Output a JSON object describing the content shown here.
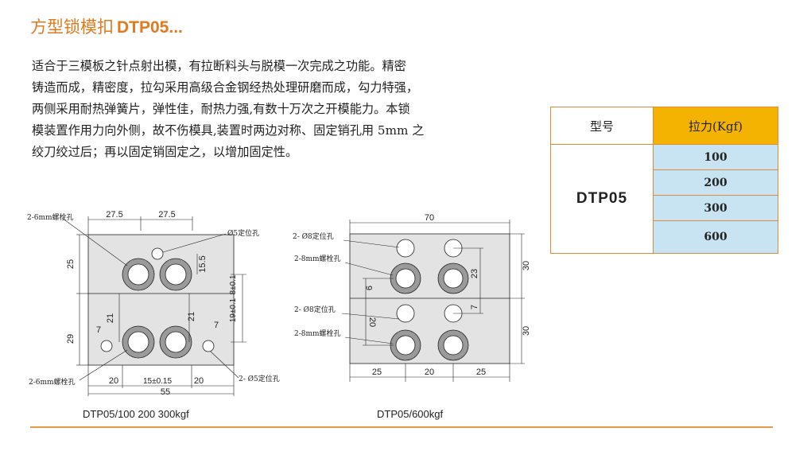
{
  "title": {
    "prefix": "方型锁模扣",
    "model": "DTP05..."
  },
  "description": [
    "适合于三模板之针点射出模，有拉断料头与脱模一次完成之功能。精密",
    "铸造而成，精密度，拉勾采用高级合金钢经热处理研磨而成，勾力特强，",
    "两侧采用耐热弹簧片，弹性佳，耐热力强,有数十万次之开模能力。本锁",
    "模装置作用力向外侧，故不伤模具,装置时两边对称、固定销孔用 5mm 之",
    "绞刀绞过后；再以固定销固定之，以增加固定性。"
  ],
  "table": {
    "header_model": "型号",
    "header_force": "拉力(Kgf)",
    "model": "DTP05",
    "values": [
      "100",
      "200",
      "300",
      "600"
    ]
  },
  "drawing1": {
    "caption": "DTP05/100 200 300kgf",
    "labels": {
      "bolt_top": "2-6mm螺栓孔",
      "bolt_bottom": "2-6mm螺栓孔",
      "pin_top": "Ø5定位孔",
      "pin_bottom": "2- Ø5定位孔",
      "d_27_5a": "27.5",
      "d_27_5b": "27.5",
      "d_25": "25",
      "d_29": "29",
      "d_15_5": "15.5",
      "d_8": "8±0.1",
      "d_21a": "21",
      "d_21b": "21",
      "d_19": "19±0.1",
      "d_7a": "7",
      "d_7b": "7",
      "d_20a": "20",
      "d_15": "15±0.15",
      "d_20b": "20",
      "d_55": "55"
    }
  },
  "drawing2": {
    "caption": "DTP05/600kgf",
    "labels": {
      "d_70": "70",
      "pin_top": "2- Ø8定位孔",
      "bolt_top": "2-8mm螺栓孔",
      "pin_bottom": "2- Ø8定位孔",
      "bolt_bottom": "2-8mm螺栓孔",
      "d_30a": "30",
      "d_30b": "30",
      "d_23": "23",
      "d_6": "6",
      "d_7": "7",
      "d_20": "20",
      "d_25a": "25",
      "d_20b": "20",
      "d_25b": "25"
    }
  },
  "colors": {
    "accent": "#e07a1f",
    "table_header": "#f3b300",
    "table_cell": "#c8e3f1",
    "plate": "#e3e3e3"
  }
}
